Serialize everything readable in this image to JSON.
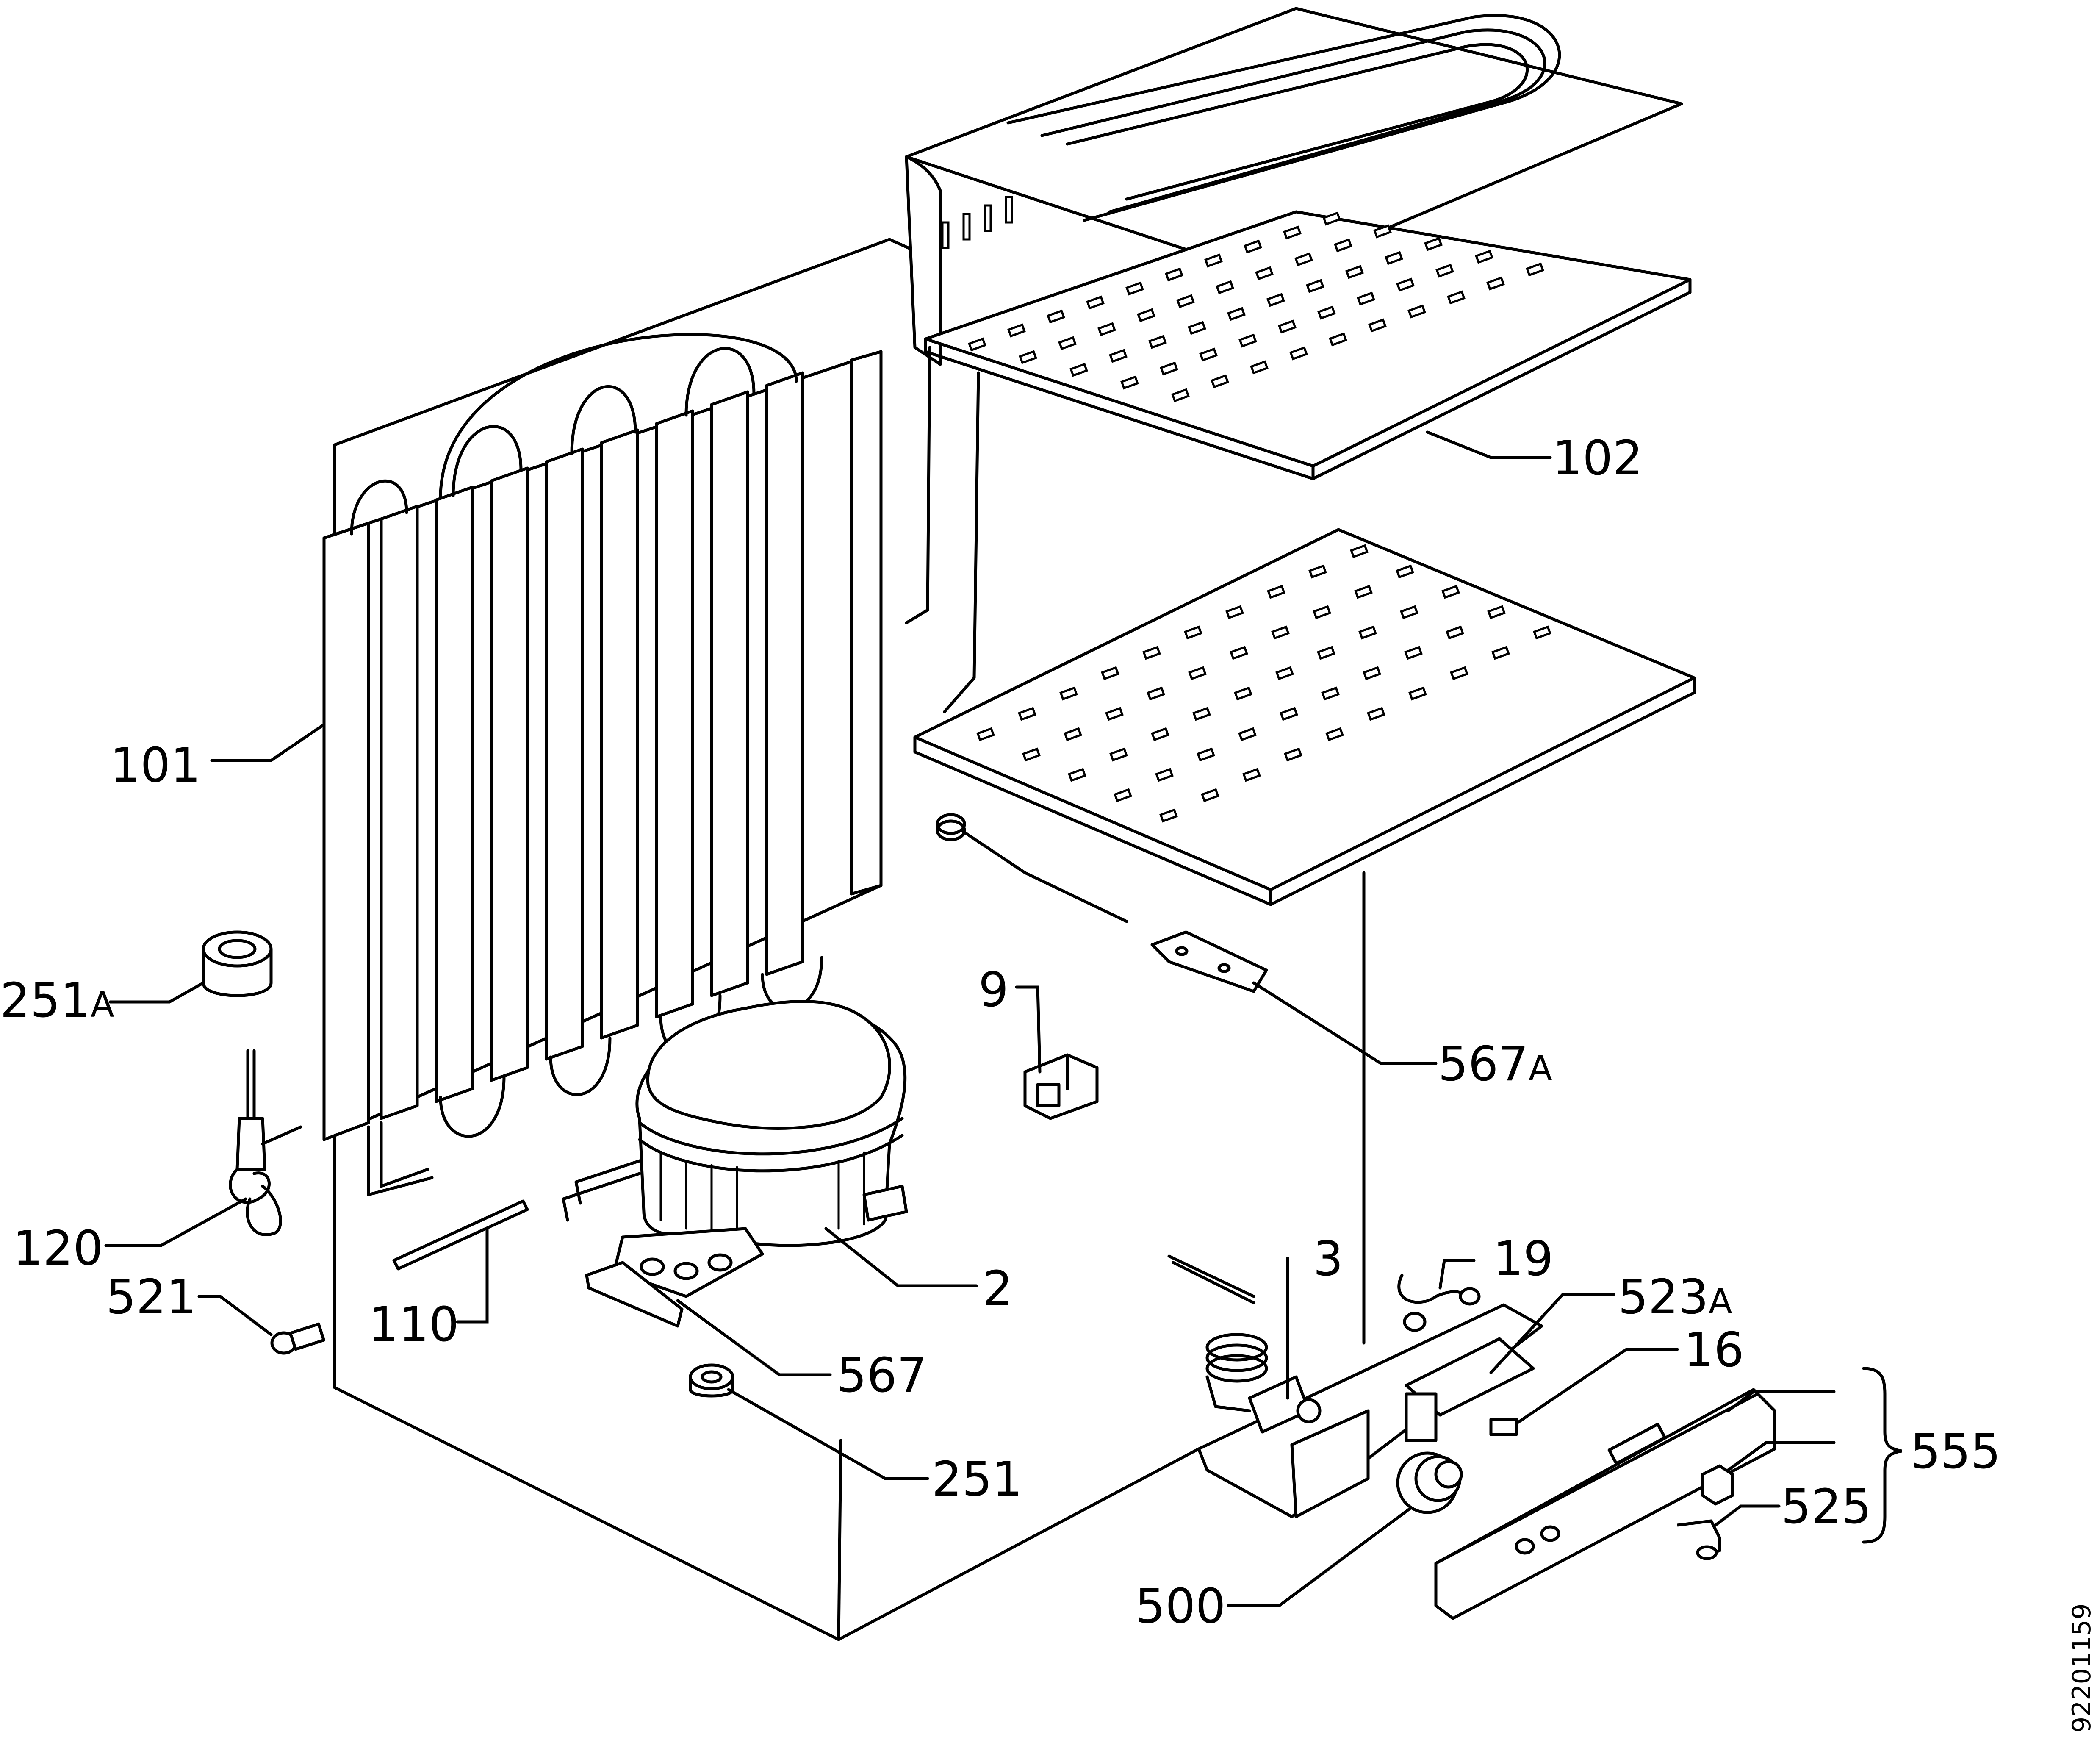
{
  "labels": {
    "p101": "101",
    "p102": "102",
    "p251a": "251",
    "p251a_suffix": "A",
    "p120": "120",
    "p521": "521",
    "p110": "110",
    "p2": "2",
    "p567": "567",
    "p251": "251",
    "p9": "9",
    "p567a": "567",
    "p567a_suffix": "A",
    "p3": "3",
    "p19": "19",
    "p523a": "523",
    "p523a_suffix": "A",
    "p16": "16",
    "p555": "555",
    "p525": "525",
    "p500": "500"
  },
  "drawing_number": "92201159"
}
